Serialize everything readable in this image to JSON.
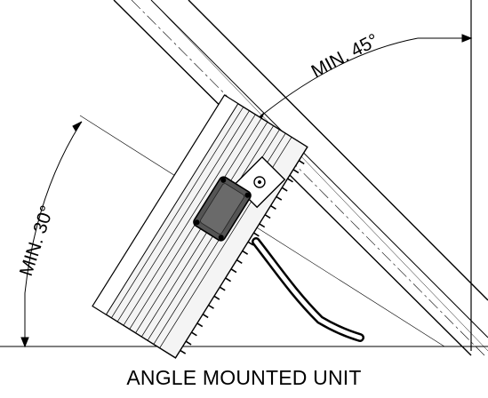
{
  "annotations": {
    "min_45": "MIN. 45°",
    "min_30": "MIN. 30°"
  },
  "caption": "ANGLE MOUNTED UNIT",
  "colors": {
    "line": "#000000",
    "fill_dark": "#555555",
    "fill_body": "#f4f4f4"
  }
}
